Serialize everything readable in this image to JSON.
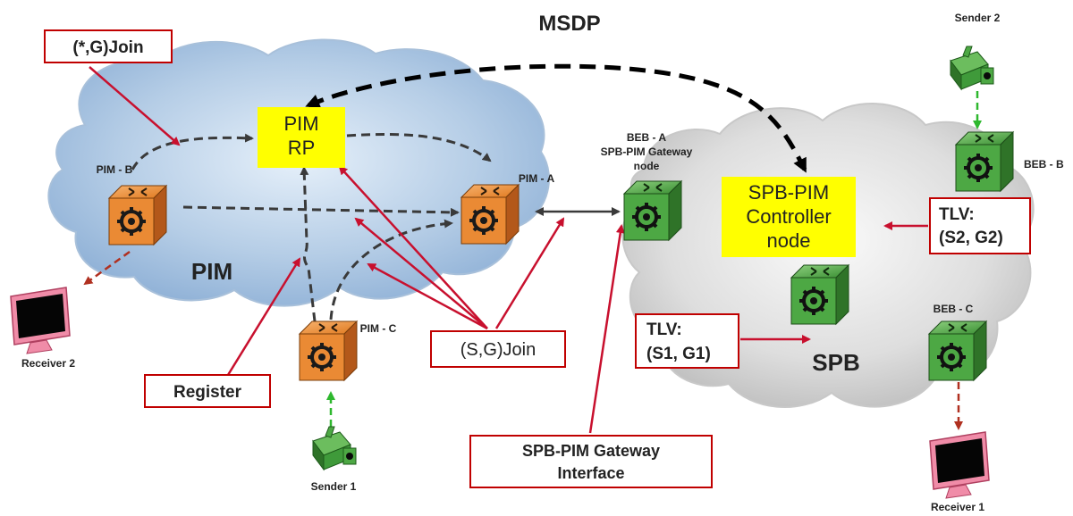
{
  "title": "MSDP",
  "clouds": {
    "pim_label": "PIM",
    "spb_label": "SPB"
  },
  "nodes": {
    "pim_b": "PIM - B",
    "pim_a": "PIM - A",
    "pim_c": "PIM - C",
    "beb_a_line1": "BEB - A",
    "beb_a_line2": "SPB-PIM Gateway",
    "beb_a_line3": "node",
    "beb_b": "BEB - B",
    "beb_c": "BEB - C"
  },
  "rp": {
    "line1": "PIM",
    "line2": "RP"
  },
  "controller": {
    "line1": "SPB-PIM",
    "line2": "Controller",
    "line3": "node"
  },
  "callouts": {
    "star_g_join": "(*,G)Join",
    "s_g_join": "(S,G)Join",
    "register": "Register",
    "gateway_line1": "SPB-PIM Gateway",
    "gateway_line2": "Interface",
    "tlv2_line1": "TLV:",
    "tlv2_line2": "(S2, G2)",
    "tlv1_line1": "TLV:",
    "tlv1_line2": "(S1, G1)"
  },
  "endpoints": {
    "receiver2": "Receiver 2",
    "receiver1": "Receiver 1",
    "sender1": "Sender 1",
    "sender2": "Sender 2"
  },
  "colors": {
    "pim_router": "#e8832b",
    "spb_router": "#3f9a3a",
    "highlight": "#ffff00",
    "callout_border": "#c00000",
    "arrow_red": "#c8102e",
    "arrow_green": "#2eb82e"
  }
}
